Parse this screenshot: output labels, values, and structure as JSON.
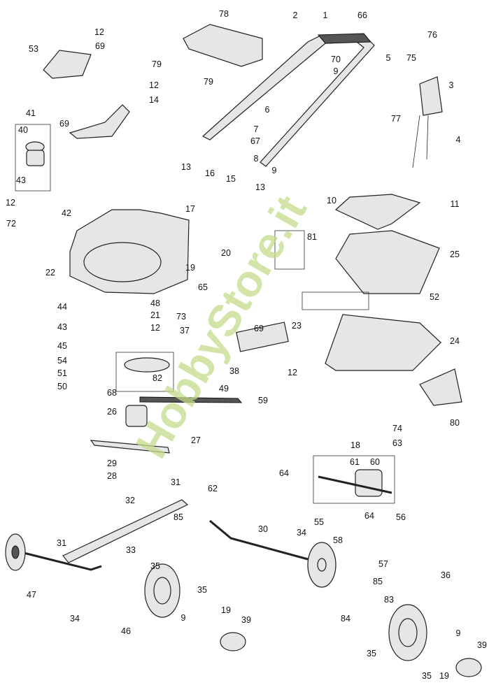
{
  "diagram": {
    "watermark": "HobbyStore.it",
    "part_labels": [
      "78",
      "2",
      "1",
      "66",
      "12",
      "69",
      "53",
      "76",
      "5",
      "75",
      "70",
      "9",
      "79",
      "79",
      "12",
      "14",
      "3",
      "6",
      "77",
      "4",
      "41",
      "40",
      "69",
      "7",
      "67",
      "8",
      "9",
      "10",
      "43",
      "13",
      "16",
      "15",
      "13",
      "12",
      "42",
      "72",
      "17",
      "11",
      "81",
      "20",
      "22",
      "19",
      "25",
      "65",
      "44",
      "48",
      "52",
      "21",
      "43",
      "12",
      "69",
      "23",
      "73",
      "37",
      "38",
      "45",
      "24",
      "54",
      "51",
      "49",
      "12",
      "50",
      "82",
      "68",
      "59",
      "26",
      "80",
      "74",
      "27",
      "63",
      "18",
      "61",
      "60",
      "29",
      "28",
      "64",
      "31",
      "62",
      "32",
      "64",
      "56",
      "85",
      "30",
      "55",
      "34",
      "58",
      "31",
      "33",
      "57",
      "35",
      "85",
      "47",
      "35",
      "36",
      "83",
      "34",
      "46",
      "19",
      "39",
      "9",
      "84",
      "9",
      "39",
      "35",
      "35",
      "19"
    ]
  }
}
